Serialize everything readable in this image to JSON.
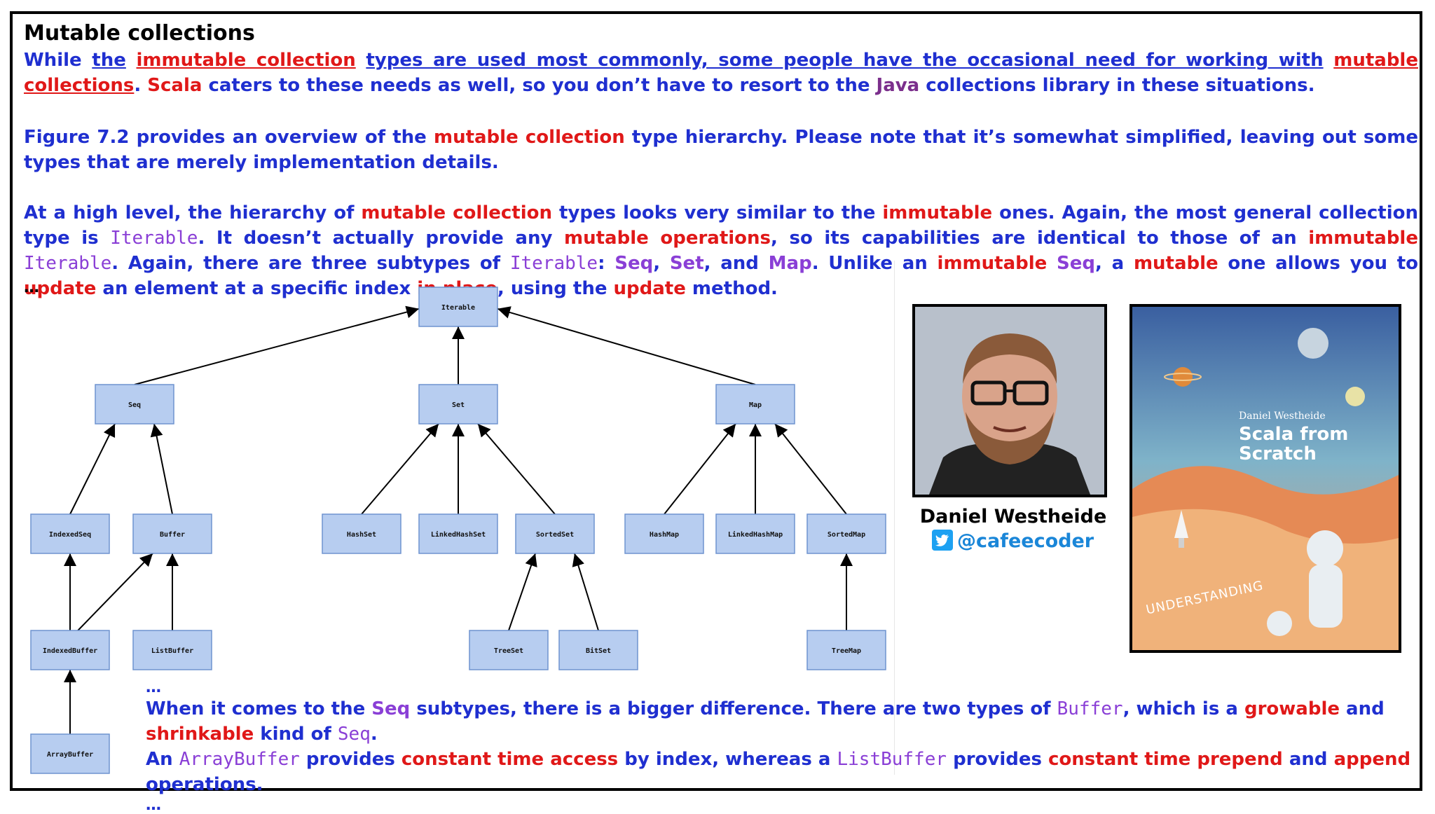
{
  "title": "Mutable collections",
  "p1": {
    "s1": "While ",
    "s2": "the",
    "s3": "immutable collection",
    "s4": "types are used most commonly, some people have the occasional need for working with",
    "s5": "mutable collections",
    "s6": ". ",
    "s7": "Scala",
    "s8": " caters to these needs as well, so you don’t have to resort to the ",
    "s9": "Java",
    "s10": " collections library in these situations."
  },
  "p2": {
    "s1": "Figure 7.2 provides an overview of the ",
    "s2": "mutable collection",
    "s3": " type hierarchy. Please note that it’s somewhat simplified, leaving out some types that are merely implementation details."
  },
  "p3": {
    "s1": "At a high level, the hierarchy of ",
    "s2": "mutable collection",
    "s3": " types looks very similar to the ",
    "s4": "immutable",
    "s5": " ones. Again, the most general collection type is ",
    "s6": "Iterable",
    "s7": ". It doesn’t actually provide any ",
    "s8": "mutable operations",
    "s9": ", so its capabilities are identical to those of an ",
    "s10": "immutable",
    "s11": " ",
    "s12": "Iterable",
    "s13": ". Again, there are three subtypes of ",
    "s14": "Iterable",
    "s15": ": ",
    "s16": "Seq",
    "s17": ", ",
    "s18": "Set",
    "s19": ", and ",
    "s20": "Map",
    "s21": ". Unlike an ",
    "s22": "immutable",
    "s23": " ",
    "s24": "Seq",
    "s25": ", a ",
    "s26": "mutable",
    "s27": " one allows you to ",
    "s28": "update",
    "s29": " an element at a specific index ",
    "s30": "in place",
    "s31": ", using the ",
    "s32": "update",
    "s33": " method."
  },
  "ellipsis_top": "…",
  "diagram": {
    "nodes": [
      {
        "id": "iterable",
        "label": "Iterable"
      },
      {
        "id": "seq",
        "label": "Seq"
      },
      {
        "id": "set",
        "label": "Set"
      },
      {
        "id": "map",
        "label": "Map"
      },
      {
        "id": "indexedseq",
        "label": "IndexedSeq"
      },
      {
        "id": "buffer",
        "label": "Buffer"
      },
      {
        "id": "hashset",
        "label": "HashSet"
      },
      {
        "id": "linkedhashset",
        "label": "LinkedHashSet"
      },
      {
        "id": "sortedset",
        "label": "SortedSet"
      },
      {
        "id": "hashmap",
        "label": "HashMap"
      },
      {
        "id": "linkedhashmap",
        "label": "LinkedHashMap"
      },
      {
        "id": "sortedmap",
        "label": "SortedMap"
      },
      {
        "id": "indexedbuffer",
        "label": "IndexedBuffer"
      },
      {
        "id": "listbuffer",
        "label": "ListBuffer"
      },
      {
        "id": "treeset",
        "label": "TreeSet"
      },
      {
        "id": "bitset",
        "label": "BitSet"
      },
      {
        "id": "treemap",
        "label": "TreeMap"
      },
      {
        "id": "arraybuffer",
        "label": "ArrayBuffer"
      }
    ],
    "edges": [
      [
        "seq",
        "iterable"
      ],
      [
        "set",
        "iterable"
      ],
      [
        "map",
        "iterable"
      ],
      [
        "indexedseq",
        "seq"
      ],
      [
        "buffer",
        "seq"
      ],
      [
        "hashset",
        "set"
      ],
      [
        "linkedhashset",
        "set"
      ],
      [
        "sortedset",
        "set"
      ],
      [
        "hashmap",
        "map"
      ],
      [
        "linkedhashmap",
        "map"
      ],
      [
        "sortedmap",
        "map"
      ],
      [
        "indexedbuffer",
        "indexedseq"
      ],
      [
        "indexedbuffer",
        "buffer"
      ],
      [
        "listbuffer",
        "buffer"
      ],
      [
        "treeset",
        "sortedset"
      ],
      [
        "bitset",
        "sortedset"
      ],
      [
        "treemap",
        "sortedmap"
      ],
      [
        "arraybuffer",
        "indexedbuffer"
      ]
    ]
  },
  "bottom": {
    "dots1": "…",
    "s1": "When it comes to the ",
    "s2": "Seq",
    "s3": " subtypes, there is a bigger difference. There are two types of ",
    "s4": "Buffer",
    "s5": ", which is a ",
    "s6": "growable",
    "s7": " and ",
    "s8": "shrinkable",
    "s9": " kind of ",
    "s10": "Seq",
    "s11": ".",
    "s12": "An ",
    "s13": "ArrayBuffer",
    "s14": " provides ",
    "s15": "constant time access",
    "s16": " by index, whereas a ",
    "s17": "ListBuffer",
    "s18": " provides ",
    "s19": "constant time prepend",
    "s20": " and ",
    "s21": "append",
    "s22": " operations.",
    "dots2": "…"
  },
  "author": {
    "name": "Daniel Westheide",
    "handle": "@cafeecoder"
  },
  "book": {
    "author": "Daniel Westheide",
    "title_line1": "Scala from",
    "title_line2": "Scratch",
    "series": "UNDERSTANDING"
  },
  "colors": {
    "text_blue": "#1f2fd0",
    "highlight_red": "#e01818",
    "code_purple": "#8a3fd6",
    "node_fill": "#b7cdf0",
    "twitter_blue": "#1da1f2"
  }
}
